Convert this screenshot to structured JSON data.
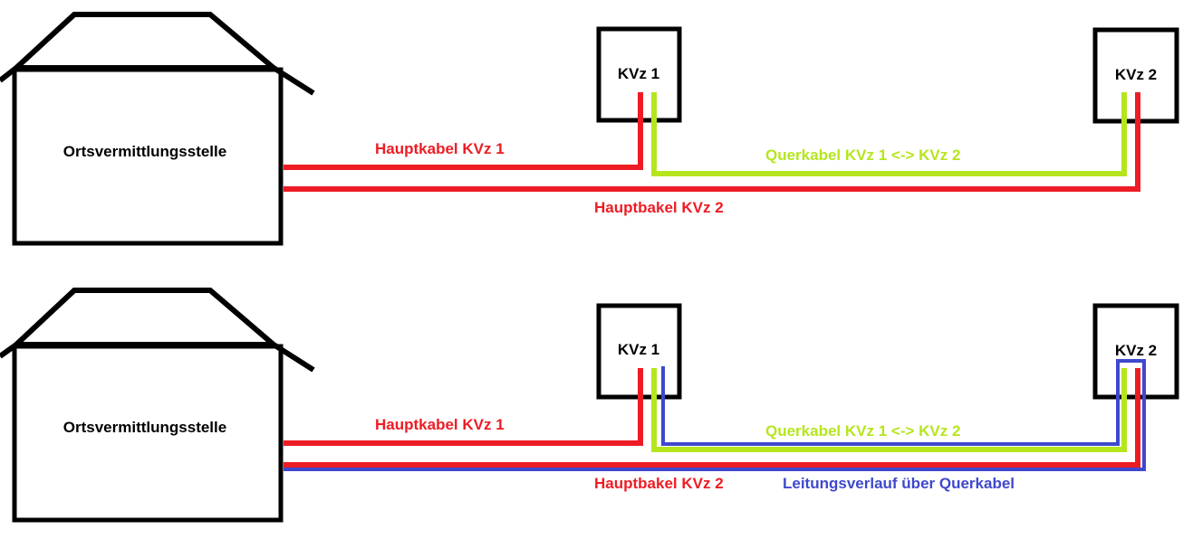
{
  "colors": {
    "outline": "#000000",
    "main_cable": "#ED1C24",
    "cross_cable": "#B5E61D",
    "route": "#3F48CC",
    "background": "#FFFFFF"
  },
  "top": {
    "exchange_label": "Ortsvermittlungsstelle",
    "kvz1_label": "KVz 1",
    "kvz2_label": "KVz  2",
    "main_cable_1_label": "Hauptkabel KVz 1",
    "main_cable_2_label": "Hauptbakel KVz 2",
    "cross_cable_label": "Querkabel KVz 1 <-> KVz 2"
  },
  "bottom": {
    "exchange_label": "Ortsvermittlungsstelle",
    "kvz1_label": "KVz 1",
    "kvz2_label": "KVz  2",
    "main_cable_1_label": "Hauptkabel KVz 1",
    "main_cable_2_label": "Hauptbakel KVz 2",
    "cross_cable_label": "Querkabel KVz 1 <-> KVz 2",
    "route_label": "Leitungsverlauf über Querkabel"
  }
}
